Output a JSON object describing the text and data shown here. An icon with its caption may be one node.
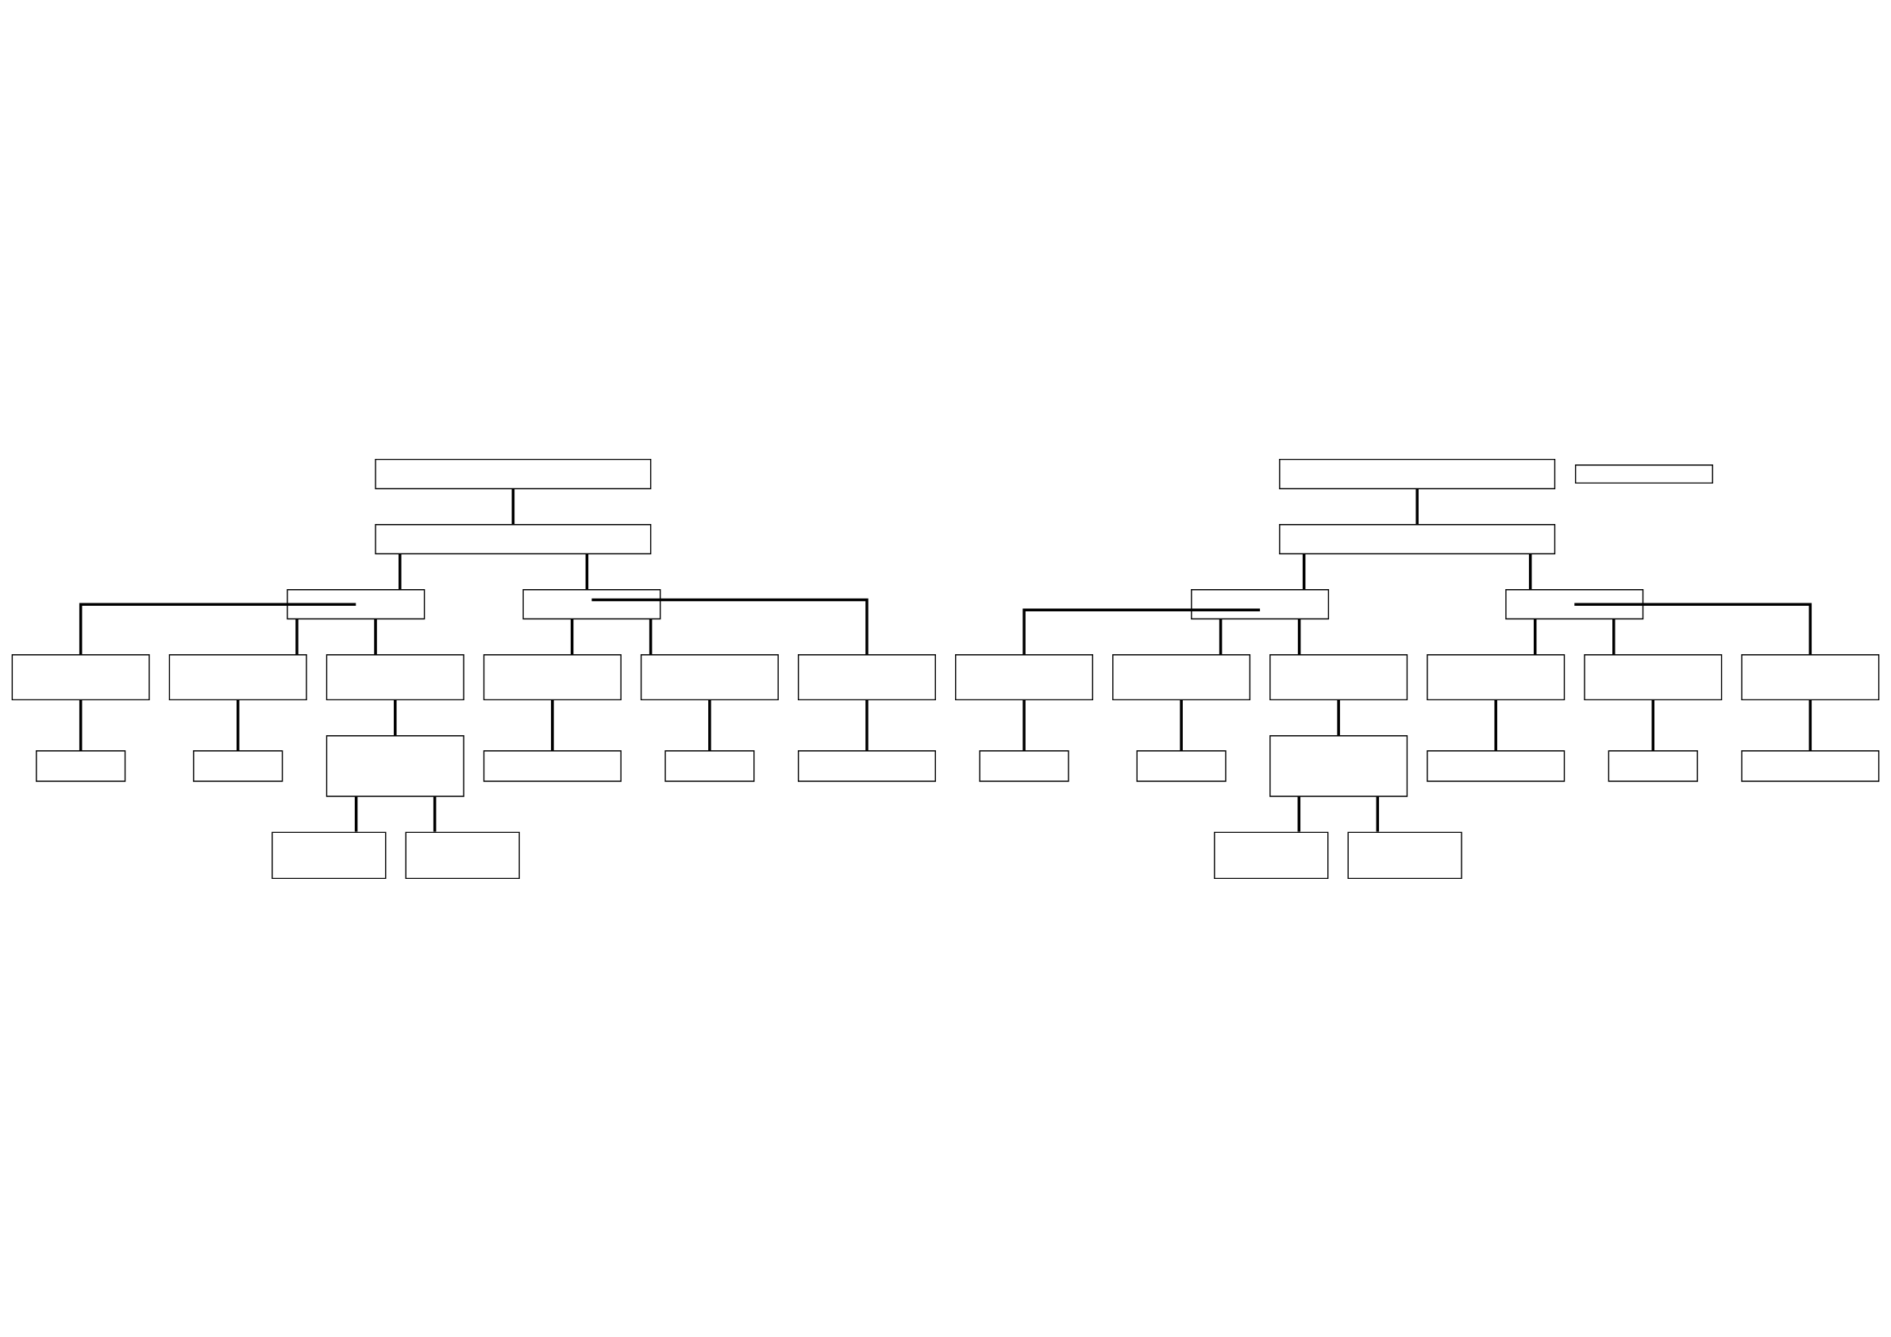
{
  "diagram": {
    "nodes": [
      {
        "text": [],
        "shape": "box"
      },
      {
        "text": [],
        "shape": "box"
      },
      {
        "text": [],
        "shape": "box"
      },
      {
        "text": [],
        "shape": "box"
      },
      {
        "text": [],
        "shape": "box"
      },
      {
        "text": [],
        "shape": "box"
      },
      {
        "text": [],
        "shape": "box"
      },
      {
        "text": [],
        "shape": "box"
      },
      {
        "text": [],
        "shape": "box"
      },
      {
        "text": [],
        "shape": "box"
      },
      {
        "text": [],
        "shape": "box"
      },
      {
        "text": [],
        "shape": "box"
      },
      {
        "text": [],
        "shape": "box"
      },
      {
        "text": [],
        "shape": "box"
      },
      {
        "text": [],
        "shape": "box"
      },
      {
        "text": [],
        "shape": "box"
      },
      {
        "text": [],
        "shape": "box"
      },
      {
        "text": [],
        "shape": "box"
      },
      {
        "text": [],
        "shape": "box"
      },
      {
        "text": [],
        "shape": "box"
      },
      {
        "text": [],
        "shape": "box"
      },
      {
        "text": [],
        "shape": "box"
      },
      {
        "text": [],
        "shape": "box"
      },
      {
        "text": [],
        "shape": "box"
      },
      {
        "text": [],
        "shape": "box"
      },
      {
        "text": [],
        "shape": "box"
      },
      {
        "text": [],
        "shape": "box"
      },
      {
        "text": [],
        "shape": "box"
      },
      {
        "text": [],
        "shape": "box"
      },
      {
        "text": [],
        "shape": "box"
      },
      {
        "text": [],
        "shape": "box"
      },
      {
        "text": [],
        "shape": "box"
      },
      {
        "text": [],
        "shape": "box"
      },
      {
        "text": [],
        "shape": "box"
      },
      {
        "text": [],
        "shape": "box"
      },
      {
        "text": [],
        "shape": "box"
      },
      {
        "text": [],
        "shape": "box"
      }
    ],
    "edges": [
      {
        "from": 0,
        "to": 1,
        "arrow": "none"
      },
      {
        "from": 1,
        "to": 2,
        "arrow": "none"
      },
      {
        "from": 1,
        "to": 3,
        "arrow": "none"
      },
      {
        "from": 2,
        "to": 4,
        "arrow": "none"
      },
      {
        "from": 2,
        "to": 5,
        "arrow": "none"
      },
      {
        "from": 2,
        "to": 6,
        "arrow": "none"
      },
      {
        "from": 3,
        "to": 7,
        "arrow": "none"
      },
      {
        "from": 3,
        "to": 8,
        "arrow": "none"
      },
      {
        "from": 3,
        "to": 9,
        "arrow": "none"
      },
      {
        "from": 4,
        "to": 10,
        "arrow": "none"
      },
      {
        "from": 5,
        "to": 11,
        "arrow": "none"
      },
      {
        "from": 6,
        "to": 12,
        "arrow": "none"
      },
      {
        "from": 7,
        "to": 13,
        "arrow": "none"
      },
      {
        "from": 8,
        "to": 14,
        "arrow": "none"
      },
      {
        "from": 9,
        "to": 15,
        "arrow": "none"
      },
      {
        "from": 12,
        "to": 16,
        "arrow": "none"
      },
      {
        "from": 12,
        "to": 17,
        "arrow": "none"
      },
      {
        "from": 18,
        "to": 19,
        "arrow": "none"
      },
      {
        "from": 19,
        "to": 20,
        "arrow": "none"
      },
      {
        "from": 19,
        "to": 21,
        "arrow": "none"
      },
      {
        "from": 20,
        "to": 22,
        "arrow": "none"
      },
      {
        "from": 20,
        "to": 23,
        "arrow": "none"
      },
      {
        "from": 20,
        "to": 24,
        "arrow": "none"
      },
      {
        "from": 21,
        "to": 25,
        "arrow": "none"
      },
      {
        "from": 21,
        "to": 26,
        "arrow": "none"
      },
      {
        "from": 21,
        "to": 27,
        "arrow": "none"
      },
      {
        "from": 22,
        "to": 28,
        "arrow": "none"
      },
      {
        "from": 23,
        "to": 29,
        "arrow": "none"
      },
      {
        "from": 24,
        "to": 30,
        "arrow": "none"
      },
      {
        "from": 25,
        "to": 31,
        "arrow": "none"
      },
      {
        "from": 26,
        "to": 32,
        "arrow": "none"
      },
      {
        "from": 27,
        "to": 33,
        "arrow": "none"
      },
      {
        "from": 30,
        "to": 34,
        "arrow": "none"
      },
      {
        "from": 30,
        "to": 35,
        "arrow": "none"
      }
    ]
  }
}
